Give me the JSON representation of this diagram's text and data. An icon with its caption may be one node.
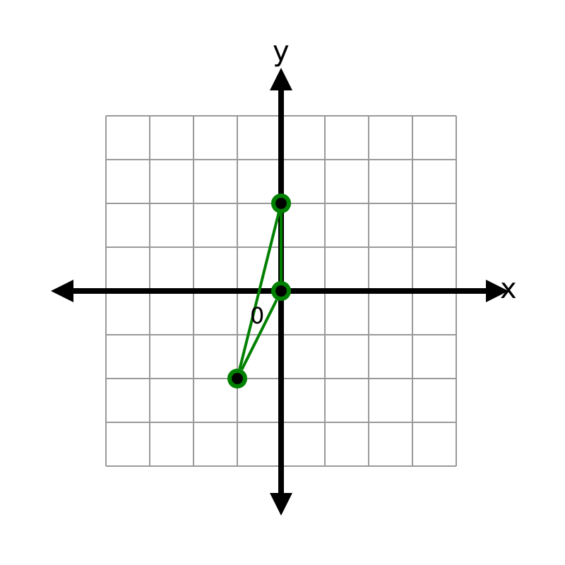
{
  "diagram": {
    "nodes": [
      {
        "text": [],
        "shape": "circle"
      },
      {
        "text": [],
        "shape": "circle"
      },
      {
        "text": [],
        "shape": "circle"
      }
    ],
    "edges": [
      {
        "from": 0,
        "to": 1,
        "arrow": "none"
      },
      {
        "from": 1,
        "to": 2,
        "arrow": "none"
      },
      {
        "from": 2,
        "to": 0,
        "arrow": "none"
      }
    ],
    "labels": [
      "y",
      "x",
      "0"
    ]
  }
}
